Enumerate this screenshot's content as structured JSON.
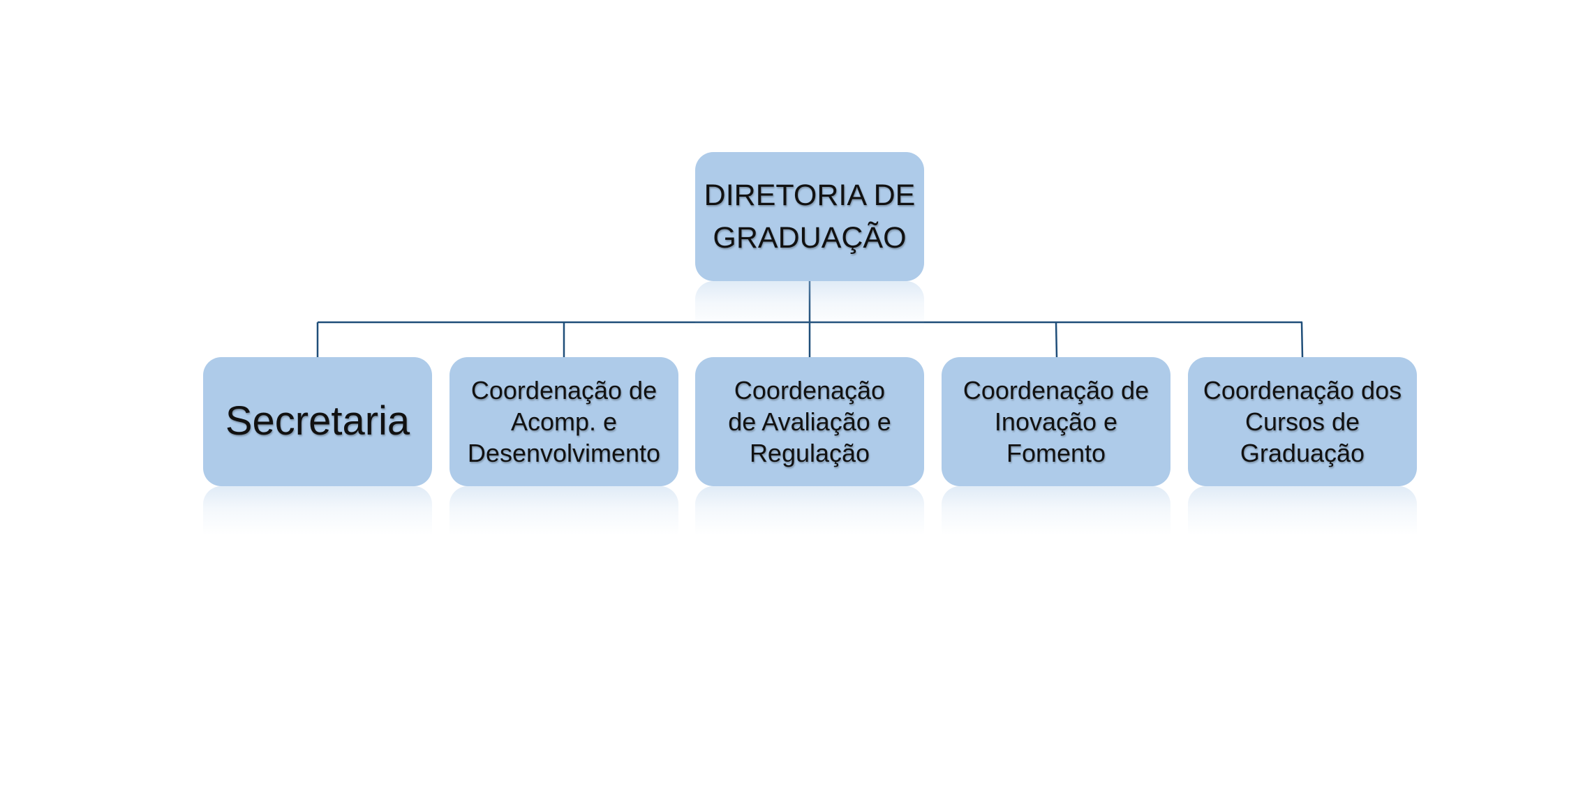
{
  "diagram": {
    "root": {
      "label": "DIRETORIA DE\nGRADUAÇÃO"
    },
    "children": [
      {
        "label": "Secretaria"
      },
      {
        "label": "Coordenação de\nAcomp. e\nDesenvolvimento"
      },
      {
        "label": "Coordenação\nde Avaliação e\nRegulação"
      },
      {
        "label": "Coordenação de\nInovação e\nFomento"
      },
      {
        "label": "Coordenação dos\nCursos de\nGraduação"
      }
    ],
    "colors": {
      "box_fill": "#aecbe9",
      "connector": "#1f4e79",
      "text": "#111111"
    }
  }
}
